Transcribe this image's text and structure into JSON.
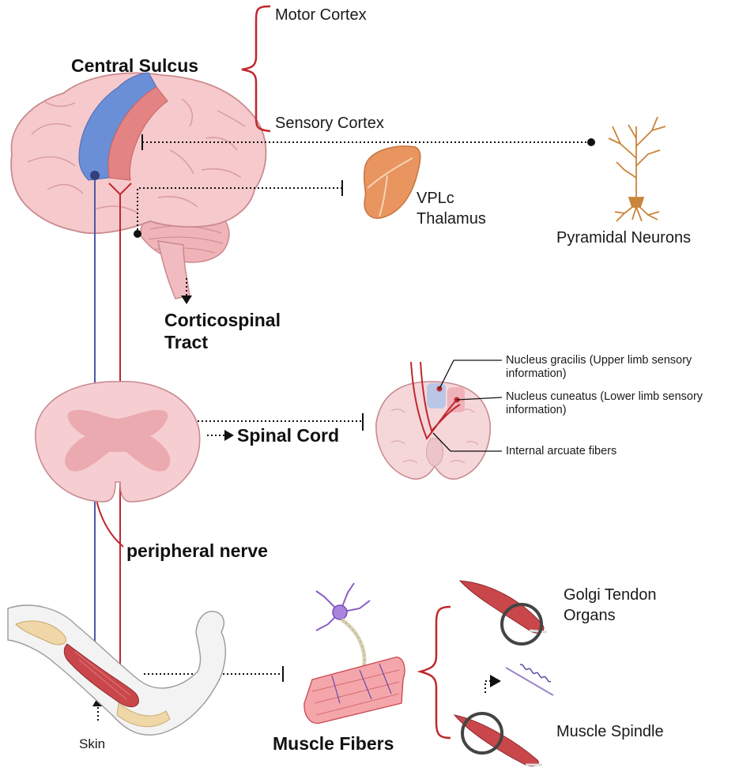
{
  "labels": {
    "motor_cortex": "Motor Cortex",
    "sensory_cortex": "Sensory Cortex",
    "central_sulcus": "Central Sulcus",
    "vplc": "VPLc",
    "thalamus": "Thalamus",
    "pyramidal_neurons": "Pyramidal Neurons",
    "corticospinal_line1": "Corticospinal",
    "corticospinal_line2": "Tract",
    "spinal_cord": "Spinal Cord",
    "nucleus_gracilis": "Nucleus gracilis (Upper limb sensory information)",
    "nucleus_cuneatus": "Nucleus cuneatus (Lower limb sensory information)",
    "internal_arcuate": "Internal arcuate fibers",
    "peripheral_nerve": "peripheral nerve",
    "golgi_line1": "Golgi Tendon",
    "golgi_line2": "Organs",
    "muscle_spindle": "Muscle Spindle",
    "muscle_fibers": "Muscle Fibers",
    "skin": "Skin"
  },
  "colors": {
    "motor_pathway": "#4a5aa8",
    "sensory_pathway": "#c0272d",
    "brain": "#f6c9cc",
    "motor_strip": "#6b8fd6",
    "sensory_strip": "#e38383",
    "thalamus": "#e8955f",
    "muscle": "#c9474b",
    "neuron": "#c9853a"
  }
}
